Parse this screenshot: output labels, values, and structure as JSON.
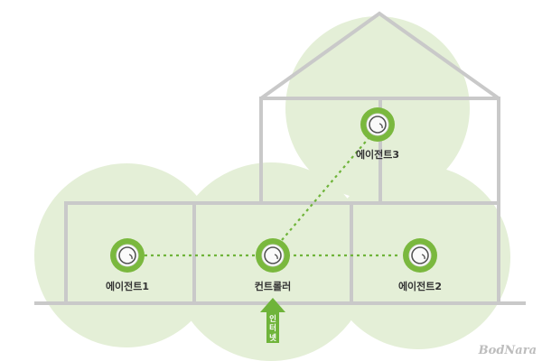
{
  "nodes": {
    "agent1": {
      "label": "에이전트1"
    },
    "controller": {
      "label": "컨트롤러"
    },
    "agent2": {
      "label": "에이전트2"
    },
    "agent3": {
      "label": "에이전트3"
    }
  },
  "internet_arrow": {
    "chars": [
      "인",
      "터",
      "넷"
    ]
  },
  "watermark": {
    "text": "BodNara"
  },
  "colors": {
    "coverage": "#e4efd7",
    "house_line": "#c9c9c9",
    "node_ring": "#7ab83e",
    "link": "#6fb43a",
    "arrow": "#6fb43a"
  }
}
